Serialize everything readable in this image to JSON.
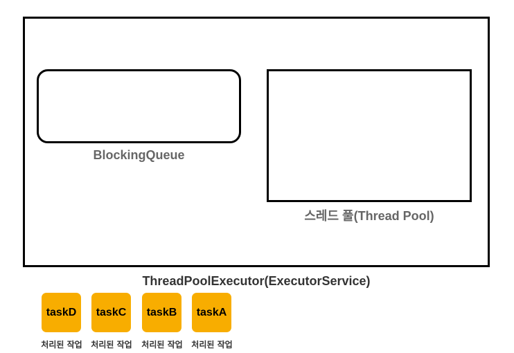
{
  "executor": {
    "label": "ThreadPoolExecutor(ExecutorService)"
  },
  "queue": {
    "label": "BlockingQueue"
  },
  "pool": {
    "label": "스레드 풀(Thread Pool)"
  },
  "tasks": [
    {
      "name": "taskD",
      "status": "처리된 작업"
    },
    {
      "name": "taskC",
      "status": "처리된 작업"
    },
    {
      "name": "taskB",
      "status": "처리된 작업"
    },
    {
      "name": "taskA",
      "status": "처리된 작업"
    }
  ],
  "colors": {
    "task_fill": "#f8ad00",
    "border": "#000000",
    "label_text": "#666666"
  }
}
